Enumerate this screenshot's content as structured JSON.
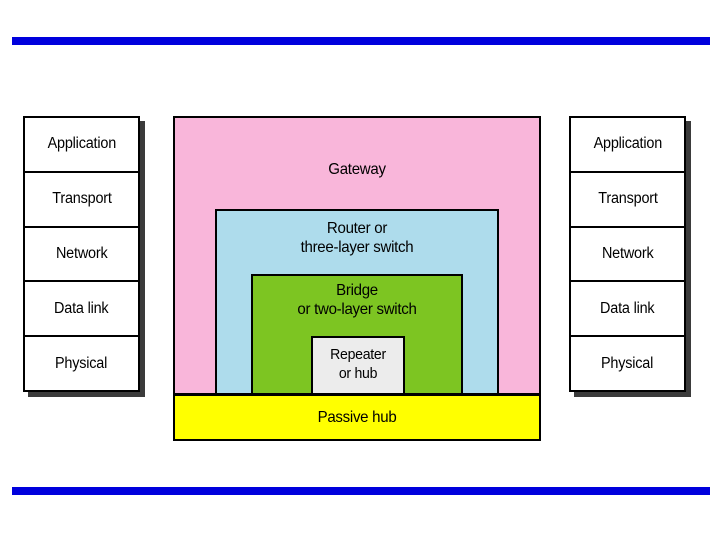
{
  "slide": {
    "background_color": "#ffffff",
    "rules": {
      "color": "#0000dd",
      "top_label": "top-divider-rule",
      "bottom_label": "bottom-divider-rule"
    }
  },
  "osi_stack": {
    "layers": [
      {
        "label": "Application"
      },
      {
        "label": "Transport"
      },
      {
        "label": "Network"
      },
      {
        "label": "Data link"
      },
      {
        "label": "Physical"
      }
    ]
  },
  "diagram": {
    "type": "nested-layer-device-map",
    "boxes": [
      {
        "id": "gateway",
        "label": "Gateway",
        "color": "#f9b6da",
        "spans_layers": [
          "Application",
          "Transport",
          "Network",
          "Data link",
          "Physical"
        ]
      },
      {
        "id": "router",
        "label": "Router or\nthree-layer switch",
        "line1": "Router or",
        "line2": "three-layer switch",
        "color": "#aedcec",
        "spans_layers": [
          "Network",
          "Data link",
          "Physical"
        ]
      },
      {
        "id": "bridge",
        "label": "Bridge\nor two-layer switch",
        "line1": "Bridge",
        "line2": "or two-layer switch",
        "color": "#7dc522",
        "spans_layers": [
          "Data link",
          "Physical"
        ]
      },
      {
        "id": "repeater",
        "label": "Repeater\nor hub",
        "line1": "Repeater",
        "line2": "or hub",
        "color": "#ececec",
        "spans_layers": [
          "Physical"
        ]
      },
      {
        "id": "passive-hub",
        "label": "Passive hub",
        "color": "#ffff00",
        "spans_layers": []
      }
    ]
  }
}
